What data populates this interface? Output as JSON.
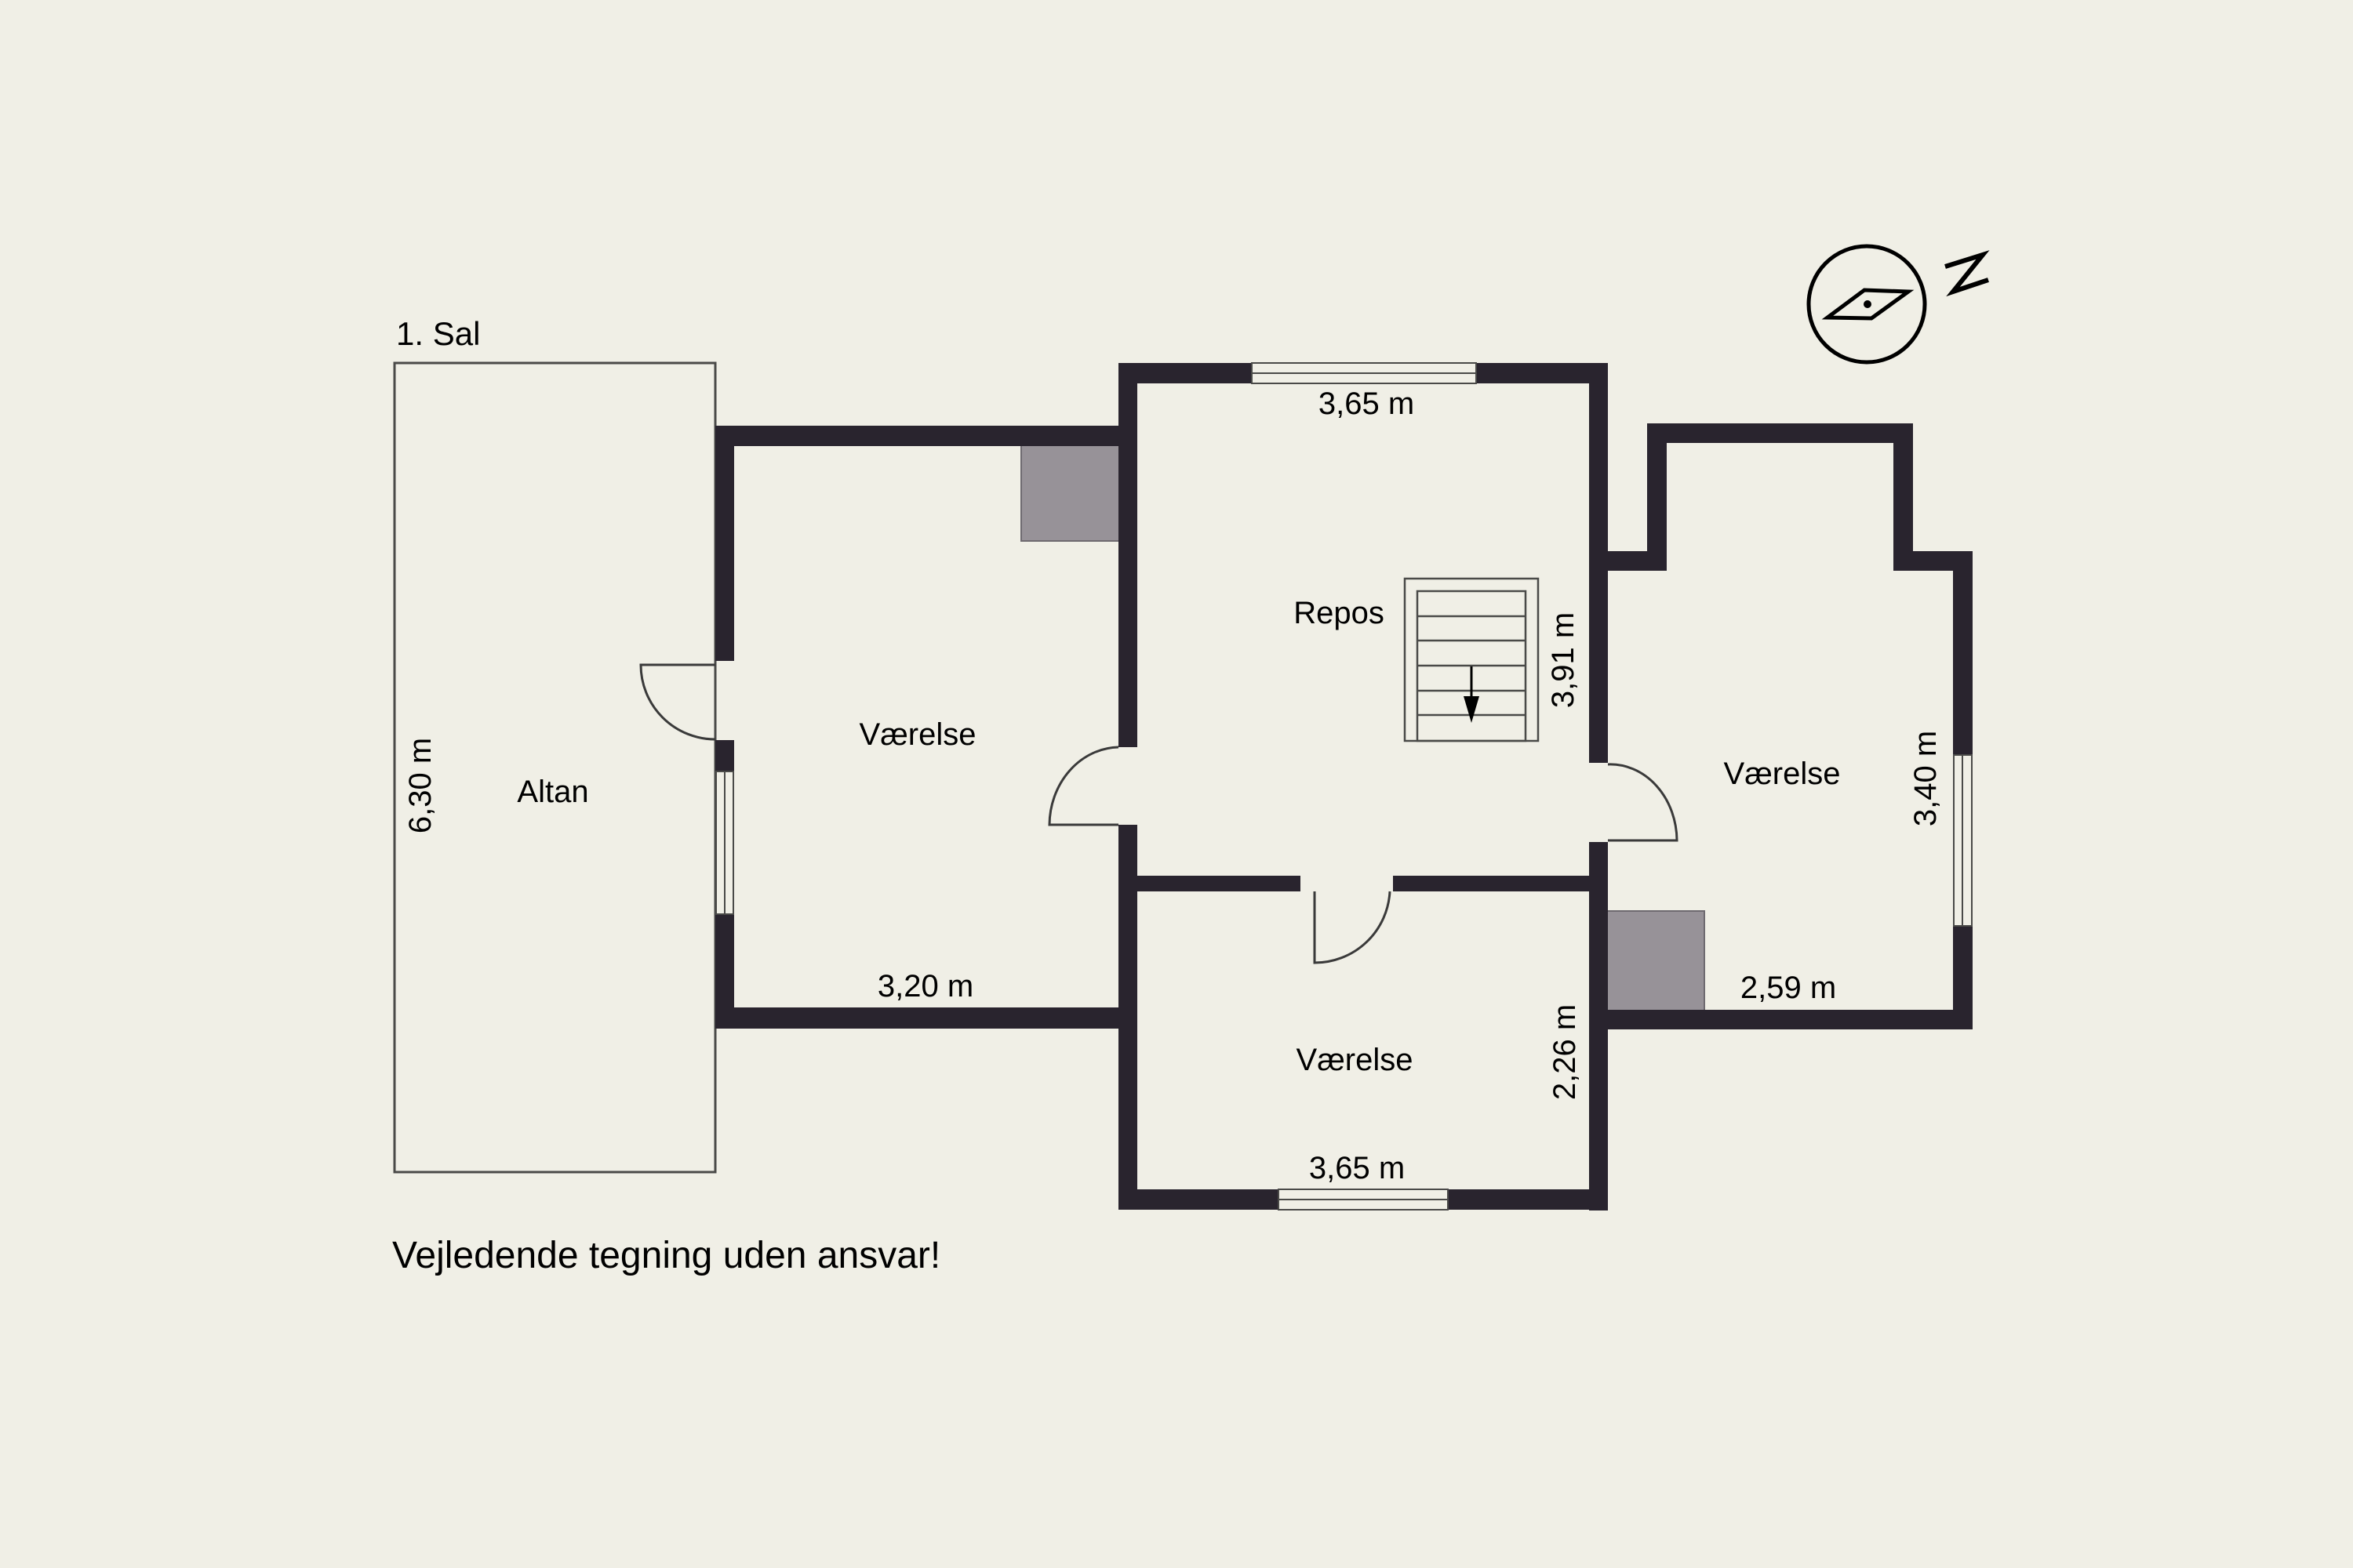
{
  "floor": {
    "title": "1. Sal"
  },
  "rooms": {
    "altan": {
      "name": "Altan",
      "dimension_vertical": "6,30 m"
    },
    "vaerelse_left": {
      "name": "Værelse",
      "dimension_horizontal": "3,20 m"
    },
    "repos": {
      "name": "Repos",
      "dimension_horizontal": "3,65 m",
      "dimension_vertical": "3,91 m"
    },
    "vaerelse_bottom": {
      "name": "Værelse",
      "dimension_horizontal": "3,65 m",
      "dimension_vertical": "2,26 m"
    },
    "vaerelse_right": {
      "name": "Værelse",
      "dimension_horizontal": "2,59 m",
      "dimension_vertical": "3,40 m"
    }
  },
  "compass": {
    "icon": "north-arrow-compass-icon",
    "label": "N"
  },
  "disclaimer": "Vejledende tegning uden ansvar!",
  "colors": {
    "background": "#f0efe6",
    "wall": "#29242e",
    "chimney": "#979298",
    "line": "#3a3a3a"
  }
}
